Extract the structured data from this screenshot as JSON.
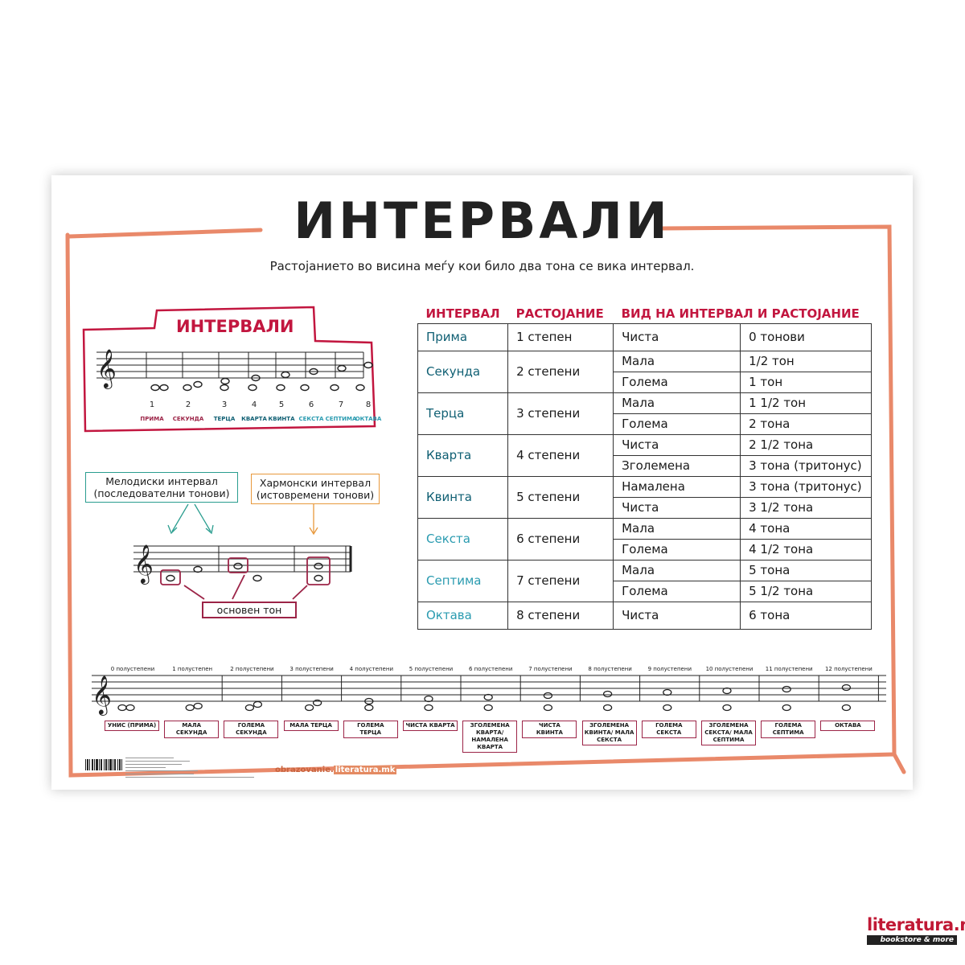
{
  "title": "ИНТЕРВАЛИ",
  "subtitle": "Растојанието во висина меѓу кои било два тона се вика интервал.",
  "interval_box": {
    "title": "ИНТЕРВАЛИ",
    "items": [
      {
        "num": "1",
        "name": "ПРИМА",
        "color": "#9c2447"
      },
      {
        "num": "2",
        "name": "СЕКУНДА",
        "color": "#9c2447"
      },
      {
        "num": "3",
        "name": "ТЕРЦА",
        "color": "#0f5f73"
      },
      {
        "num": "4",
        "name": "КВАРТА",
        "color": "#0f5f73"
      },
      {
        "num": "5",
        "name": "КВИНТА",
        "color": "#0f5f73"
      },
      {
        "num": "6",
        "name": "СЕКСТА",
        "color": "#2a9bb0"
      },
      {
        "num": "7",
        "name": "СЕПТИМА",
        "color": "#2a9bb0"
      },
      {
        "num": "8",
        "name": "ОКТАВА",
        "color": "#2a9bb0"
      }
    ]
  },
  "melodic": {
    "line1": "Мелодиски интервал",
    "line2": "(последователни тонови)"
  },
  "harmonic": {
    "line1": "Хармонски интервал",
    "line2": "(истовремени тонови)"
  },
  "base_tone": "основен тон",
  "table": {
    "headers": [
      "ИНТЕРВАЛ",
      "РАСТОЈАНИЕ",
      "ВИД НА ИНТЕРВАЛ И РАСТОЈАНИЕ"
    ],
    "rows": [
      {
        "interval": "Прима",
        "distance": "1 степен",
        "types": [
          [
            "Чиста",
            "0 тонови"
          ]
        ]
      },
      {
        "interval": "Секунда",
        "distance": "2 степени",
        "types": [
          [
            "Мала",
            "1/2 тон"
          ],
          [
            "Голема",
            "1 тон"
          ]
        ]
      },
      {
        "interval": "Терца",
        "distance": "3 степени",
        "types": [
          [
            "Мала",
            "1 1/2 тон"
          ],
          [
            "Голема",
            "2 тона"
          ]
        ]
      },
      {
        "interval": "Кварта",
        "distance": "4 степени",
        "types": [
          [
            "Чиста",
            "2 1/2 тона"
          ],
          [
            "Зголемена",
            "3 тона (тритонус)"
          ]
        ]
      },
      {
        "interval": "Квинта",
        "distance": "5 степени",
        "types": [
          [
            "Намалена",
            "3 тона (тритонус)"
          ],
          [
            "Чиста",
            "3 1/2 тона"
          ]
        ]
      },
      {
        "interval": "Секста",
        "distance": "6 степени",
        "types": [
          [
            "Мала",
            "4 тона"
          ],
          [
            "Голема",
            "4 1/2 тона"
          ]
        ]
      },
      {
        "interval": "Септима",
        "distance": "7 степени",
        "types": [
          [
            "Мала",
            "5 тона"
          ],
          [
            "Голема",
            "5 1/2 тона"
          ]
        ]
      },
      {
        "interval": "Октава",
        "distance": "8 степени",
        "types": [
          [
            "Чиста",
            "6 тона"
          ]
        ]
      }
    ]
  },
  "semitones": [
    {
      "label": "0 полустепени",
      "name": "УНИС (ПРИМА)"
    },
    {
      "label": "1 полустепен",
      "name": "МАЛА СЕКУНДА"
    },
    {
      "label": "2 полустепени",
      "name": "ГОЛЕМА СЕКУНДА"
    },
    {
      "label": "3 полустепени",
      "name": "МАЛА ТЕРЦА"
    },
    {
      "label": "4 полустепени",
      "name": "ГОЛЕМА ТЕРЦА"
    },
    {
      "label": "5 полустепени",
      "name": "ЧИСТА КВАРТА"
    },
    {
      "label": "6 полустепени",
      "name": "ЗГОЛЕМЕНА КВАРТА/ НАМАЛЕНА КВАРТА"
    },
    {
      "label": "7 полустепени",
      "name": "ЧИСТА КВИНТА"
    },
    {
      "label": "8 полустепени",
      "name": "ЗГОЛЕМЕНА КВИНТА/ МАЛА СЕКСТА"
    },
    {
      "label": "9 полустепени",
      "name": "ГОЛЕМА СЕКСТА"
    },
    {
      "label": "10 полустепени",
      "name": "ЗГОЛЕМЕНА СЕКСТА/ МАЛА СЕПТИМА"
    },
    {
      "label": "11 полустепени",
      "name": "ГОЛЕМА СЕПТИМА"
    },
    {
      "label": "12 полустепени",
      "name": "ОКТАВА"
    }
  ],
  "publisher_logo": {
    "left": "obrazovanie.",
    "right": "literatura.mk"
  },
  "watermark": {
    "top": "literatura.mk",
    "bottom": "bookstore & more"
  },
  "colors": {
    "accent": "#c2163f",
    "frame": "#e9896a",
    "teal": "#2a9d8f",
    "orange": "#e8993c",
    "maroon": "#9c2447"
  }
}
